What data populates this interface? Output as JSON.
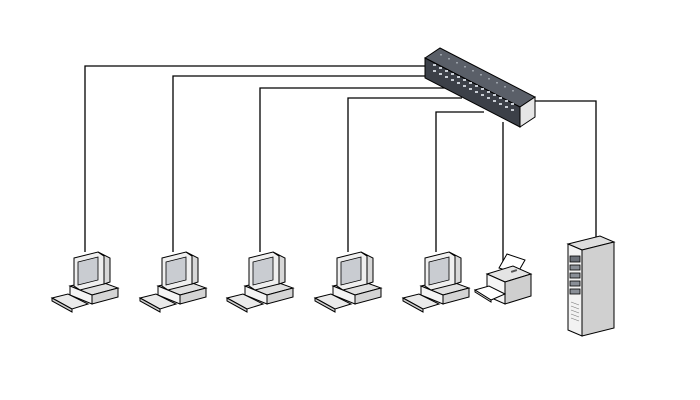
{
  "diagram": {
    "type": "star-network-topology",
    "hub": {
      "icon": "network-switch-icon"
    },
    "nodes": [
      {
        "id": "computer-1",
        "icon": "desktop-computer-icon"
      },
      {
        "id": "computer-2",
        "icon": "desktop-computer-icon"
      },
      {
        "id": "computer-3",
        "icon": "desktop-computer-icon"
      },
      {
        "id": "computer-4",
        "icon": "desktop-computer-icon"
      },
      {
        "id": "computer-5",
        "icon": "desktop-computer-icon"
      },
      {
        "id": "printer",
        "icon": "printer-icon"
      },
      {
        "id": "server",
        "icon": "server-tower-icon"
      }
    ],
    "links": [
      {
        "from": "hub",
        "to": "computer-1"
      },
      {
        "from": "hub",
        "to": "computer-2"
      },
      {
        "from": "hub",
        "to": "computer-3"
      },
      {
        "from": "hub",
        "to": "computer-4"
      },
      {
        "from": "hub",
        "to": "computer-5"
      },
      {
        "from": "hub",
        "to": "printer"
      },
      {
        "from": "hub",
        "to": "server"
      }
    ],
    "colors": {
      "switch_front": "#4a4f57",
      "switch_side": "#2e3238",
      "line": "#000000",
      "device_fill": "#f2f2f2",
      "device_shade": "#d8d8d8",
      "screen": "#c9ccd1"
    }
  }
}
